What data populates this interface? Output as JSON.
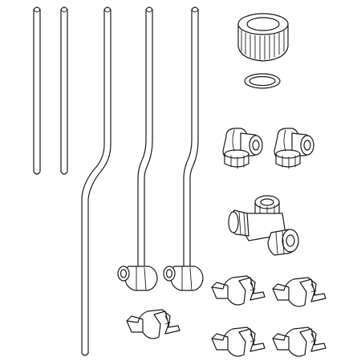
{
  "figure": {
    "background": "#ffffff",
    "line_color": "#1a1a1a",
    "components": [
      {
        "name": "straight-pipe",
        "count": 2
      },
      {
        "name": "bent-pipe",
        "count": 1
      },
      {
        "name": "pipe-with-elbow-connector",
        "count": 2
      },
      {
        "name": "union-nut",
        "count": 1
      },
      {
        "name": "o-ring-seal",
        "count": 1
      },
      {
        "name": "elbow-compression-fitting",
        "count": 2
      },
      {
        "name": "tee-compression-fitting",
        "count": 1
      },
      {
        "name": "pipe-clip",
        "count": 5
      }
    ]
  }
}
